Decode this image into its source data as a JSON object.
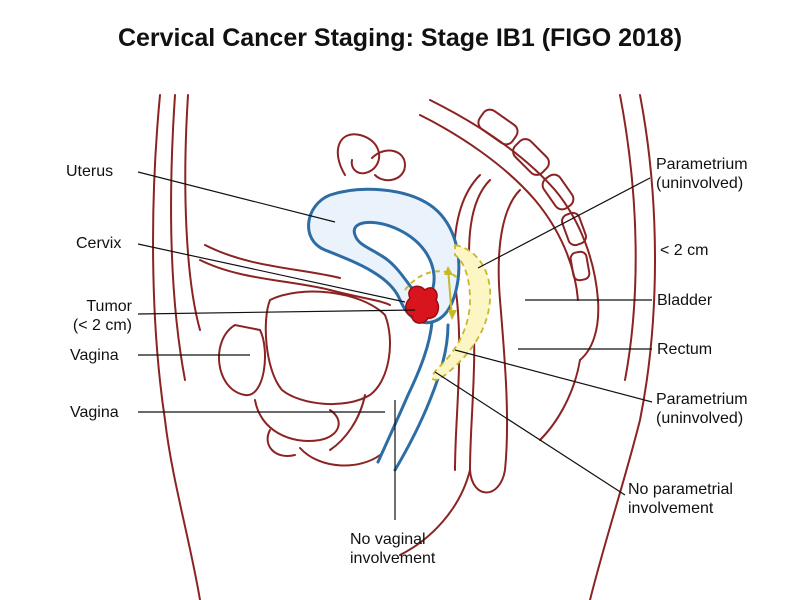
{
  "title": "Cervical Cancer Staging: Stage IB1 (FIGO 2018)",
  "labels": {
    "uterus": "Uterus",
    "cervix": "Cervix",
    "tumor_line1": "Tumor",
    "tumor_line2": "(< 2 cm)",
    "vagina_upper": "Vagina",
    "vagina_lower": "Vagina",
    "param_top_line1": "Parametrium",
    "param_top_line2": "(uninvolved)",
    "size": "< 2 cm",
    "bladder": "Bladder",
    "rectum": "Rectum",
    "param_bottom_line1": "Parametrium",
    "param_bottom_line2": "(uninvolved)",
    "no_param_line1": "No parametrial",
    "no_param_line2": "involvement",
    "no_vag_line1": "No vaginal",
    "no_vag_line2": "involvement"
  },
  "colors": {
    "anatomy_outline": "#8b2323",
    "organ_wall": "#2e6da4",
    "organ_fill": "#eaf3fb",
    "tumor": "#d8141c",
    "parametrium": "#f2ea7a",
    "leader": "#111111"
  }
}
